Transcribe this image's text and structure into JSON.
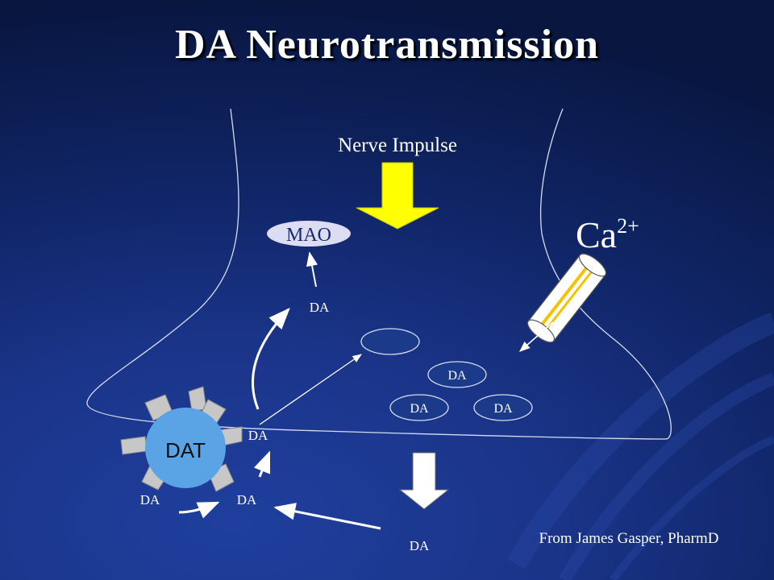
{
  "slide": {
    "title": "DA Neurotransmission",
    "credit": "From James Gasper, PharmD"
  },
  "diagram": {
    "nerve_impulse": "Nerve Impulse",
    "mao": "MAO",
    "calcium": {
      "base": "Ca",
      "sup": "2+"
    },
    "transporter": "DAT",
    "dopamine_label": "DA"
  },
  "colors": {
    "background": "#102566",
    "impulse_arrow": "#ffff00",
    "release_arrow": "#ffffff",
    "dat_body": "#5aa4e6",
    "receptor": "#c7c7c7",
    "vesicle": "#1b3a8a",
    "channel_stripe": "#f2c400"
  }
}
